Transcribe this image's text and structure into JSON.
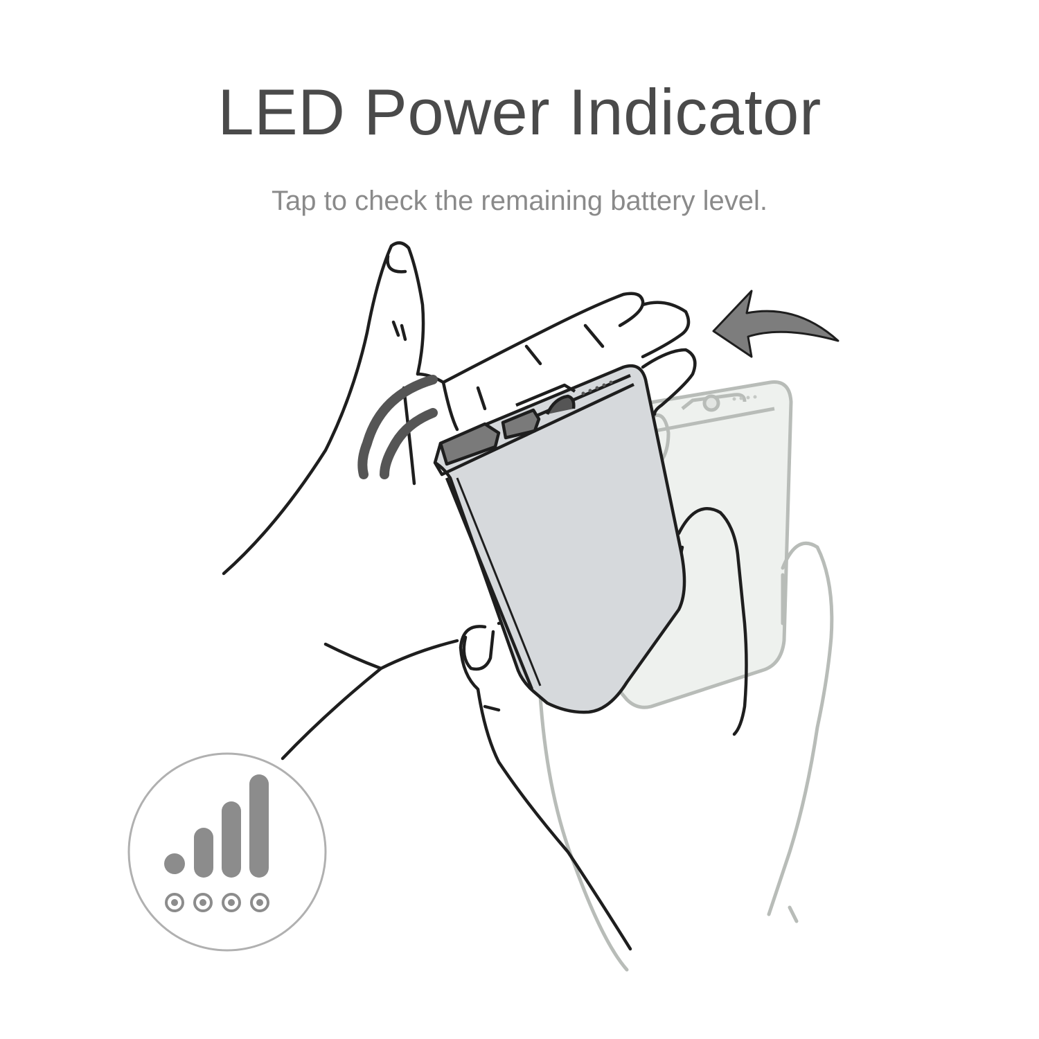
{
  "header": {
    "title": "LED Power Indicator",
    "subtitle": "Tap to check the remaining battery level."
  },
  "illustration": {
    "main_icon": "hand-tapping-power-bank-illustration",
    "arrow_icon": "curved-arrow-icon",
    "vibration_icon": "tap-vibration-icon",
    "indicator_icon": "battery-level-bars-icon",
    "led_dots_lit": 4,
    "led_dots_total": 4,
    "colors": {
      "line": "#1e1e1e",
      "ghost_line": "#b4b8b4",
      "device_fill": "#d6d9dc",
      "ghost_fill": "#eef1ee",
      "accent_dark": "#555555",
      "bars": "#8c8c8c"
    }
  }
}
